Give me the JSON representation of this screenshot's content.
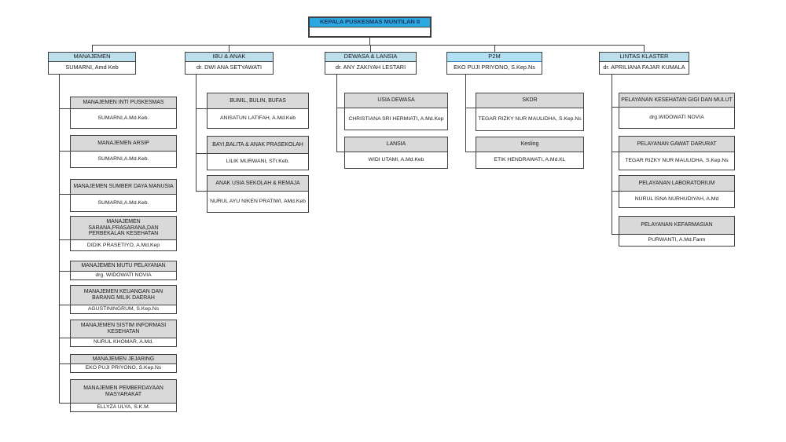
{
  "root": {
    "title": "KEPALA PUSKESMAS MUNTILAN II",
    "name": ""
  },
  "colors": {
    "root_header": "#29A9E0",
    "branch_header": "#BDDEEB",
    "p2m_header": "#B2E0F5",
    "sub_header": "#D9D9D9",
    "border": "#404040",
    "root_text": "#1F3864",
    "background": "#FFFFFF"
  },
  "columns": [
    {
      "title": "MANAJEMEN",
      "name": "SUMARNI, Amd Keb",
      "items": [
        {
          "title": "MANAJEMEN INTI PUSKESMAS",
          "name": "SUMARNI,A.Md.Keb."
        },
        {
          "title": "MANAJEMEN ARSIP",
          "name": "SUMARNI,A.Md.Keb."
        },
        {
          "title": "MANAJEMEN SUMBER DAYA MANUSIA",
          "name": "SUMARNI,A.Md.Keb."
        },
        {
          "title": "MANAJEMEN SARANA,PRASARANA,DAN PERBEKALAN KESEHATAN",
          "name": "DIDIK PRASETIYO, A.Md.Kep"
        },
        {
          "title": "MANAJEMEN MUTU PELAYANAN",
          "name": "drg. WIDOWATI NOVIA"
        },
        {
          "title": "MANAJEMEN KEUANGAN DAN BARANG MILIK DAERAH",
          "name": "AGUSTININGRUM, S.Kep.Ns"
        },
        {
          "title": "MANAJEMEN SISTIM INFORMASI KESEHATAN",
          "name": "NURUL KHOMAR, A.Md."
        },
        {
          "title": "MANAJEMEN JEJARING",
          "name": "EKO PUJI PRIYONO, S.Kep.Ns"
        },
        {
          "title": "MANAJEMEN PEMBERDAYAAN MASYARAKAT",
          "name": "ELLYZA ULYA, S.K.M."
        }
      ]
    },
    {
      "title": "IBU & ANAK",
      "name": "dr. DWI ANA SETYAWATI",
      "items": [
        {
          "title": "BUMIL, BULIN, BUFAS",
          "name": "ANISATUN LATIFAH, A.Md.Keb"
        },
        {
          "title": "BAYI,BALITA & ANAK PRASEKOLAH",
          "name": "LILIK MURWANI, STr.Keb."
        },
        {
          "title": "ANAK USIA SEKOLAH & REMAJA",
          "name": "NURUL AYU NIKEN PRATIWI, AMd.Keb"
        }
      ]
    },
    {
      "title": "DEWASA & LANSIA",
      "name": "dr. ANY ZAKIYAH LESTARI",
      "items": [
        {
          "title": "USIA DEWASA",
          "name": "CHRISTIANA SRI HERMIATI, A.Md.Kep"
        },
        {
          "title": "LANSIA",
          "name": "WIDI UTAMI, A.Md.Keb"
        }
      ]
    },
    {
      "title": "P2M",
      "name": "EKO PUJI PRIYONO, S.Kep.Ns",
      "items": [
        {
          "title": "SKDR",
          "name": "TEGAR RIZKY NUR MAULIDHA, S.Kep.Ns"
        },
        {
          "title": "Kesling",
          "name": "ETIK HENDRAWATI, A.Md.KL"
        }
      ]
    },
    {
      "title": "LINTAS KLASTER",
      "name": "dr. APRILIANA FAJAR KUMALA",
      "items": [
        {
          "title": "PELAYANAN KESEHATAN GIGI DAN MULUT",
          "name": "drg.WIDOWATI NOVIA"
        },
        {
          "title": "PELAYANAN GAWAT DARURAT",
          "name": "TEGAR RIZKY NUR MAULIDHA, S.Kep.Ns"
        },
        {
          "title": "PELAYANAN LABORATORIUM",
          "name": "NURUL ISNA NURHUDIYAH, A.Md"
        },
        {
          "title": "PELAYANAN KEFARMASIAN",
          "name": "PURWANTI, A.Md.Farm"
        }
      ]
    }
  ]
}
